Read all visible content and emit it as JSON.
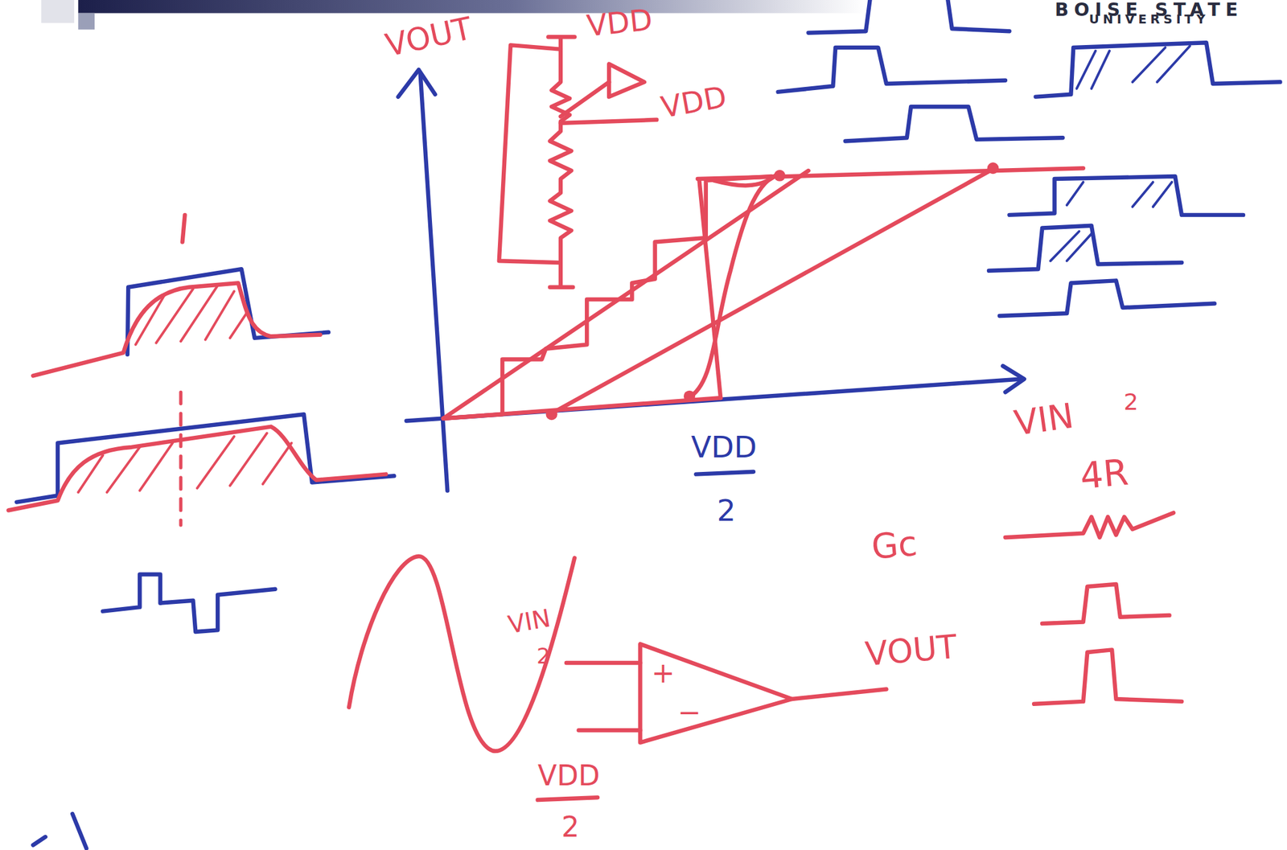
{
  "diagram": {
    "labels": [
      "BOISE STATE",
      "UNIVERSITY",
      "VOUT",
      "VDD",
      "VDD",
      "VDD",
      "2",
      "VIN",
      "2",
      "4R",
      "Gc",
      "VIN",
      "2",
      "+",
      "−",
      "VOUT",
      "VDD",
      "2"
    ]
  }
}
